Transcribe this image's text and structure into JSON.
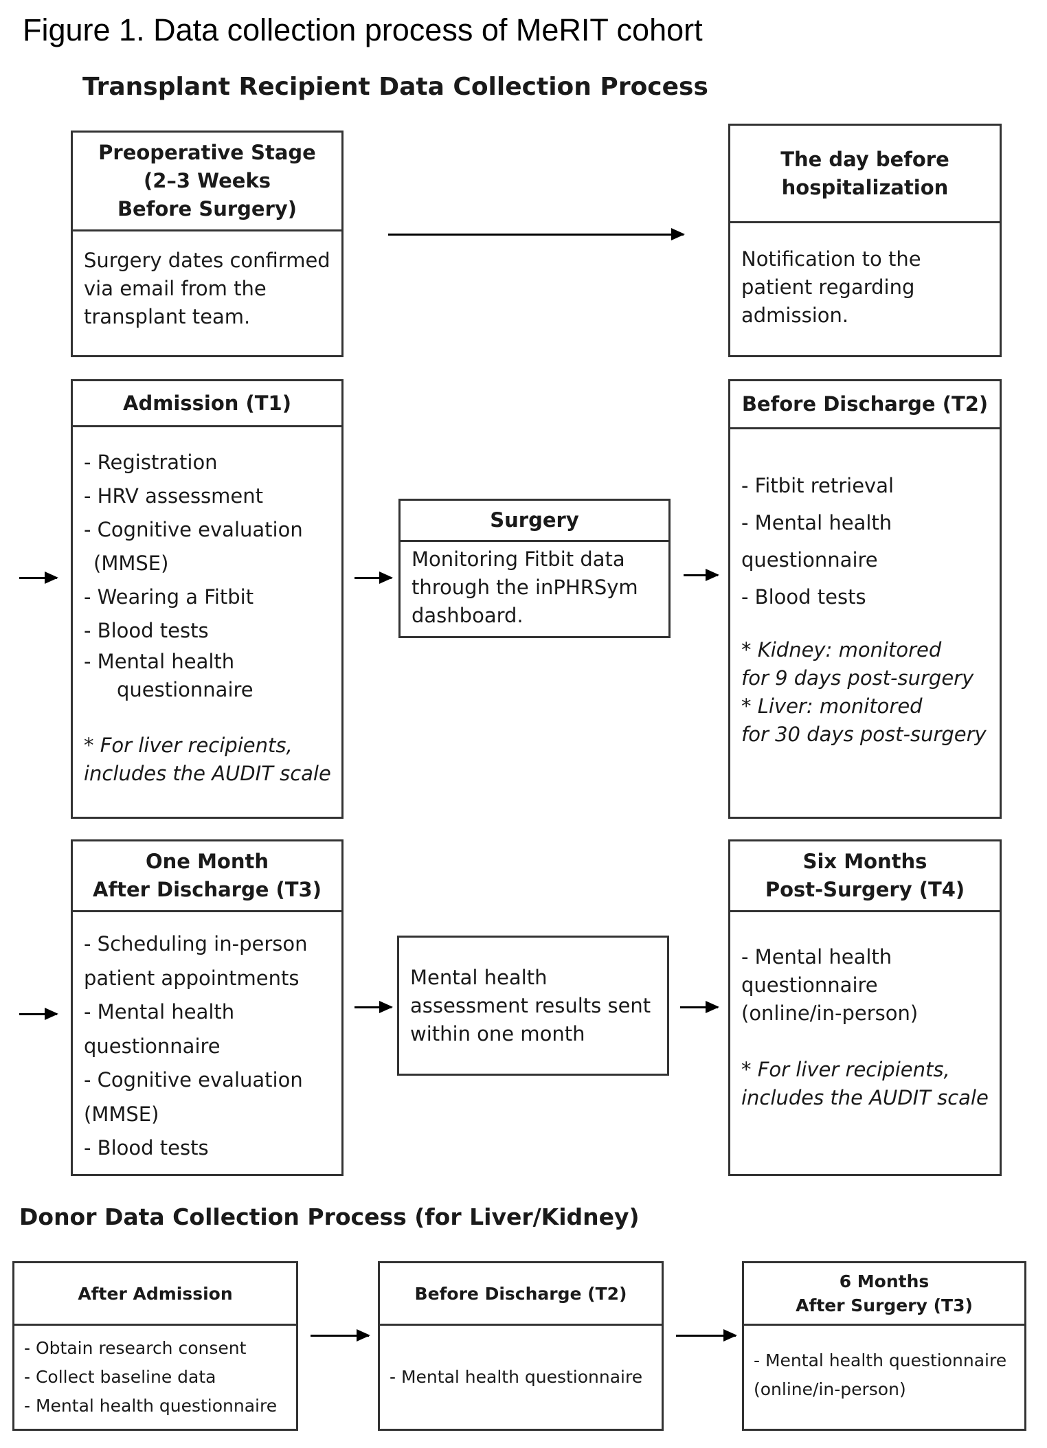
{
  "figure_title": "Figure 1. Data collection process of MeRIT cohort",
  "recipient": {
    "title": "Transplant Recipient Data Collection Process",
    "preop": {
      "header": [
        "Preoperative Stage",
        "(2–3 Weeks",
        "Before Surgery)"
      ],
      "body": [
        "Surgery dates confirmed",
        "via email from the",
        "transplant team."
      ]
    },
    "day_before": {
      "header": [
        "The day before",
        "hospitalization"
      ],
      "body": [
        "Notification to the",
        "patient regarding",
        "admission."
      ]
    },
    "admission": {
      "header": "Admission  (T1)",
      "body": [
        "- Registration",
        "- HRV assessment",
        "- Cognitive evaluation",
        "  (MMSE)",
        "- Wearing a Fitbit",
        "- Blood tests",
        "-    Mental health",
        "questionnaire"
      ],
      "note": [
        "* For liver recipients,",
        "includes the AUDIT scale"
      ]
    },
    "surgery": {
      "header": "Surgery",
      "body": [
        "Monitoring Fitbit data",
        "through the  inPHRSym",
        "dashboard."
      ]
    },
    "discharge": {
      "header": "Before Discharge  (T2)",
      "body": [
        "- Fitbit retrieval",
        "- Mental health",
        "questionnaire",
        "- Blood tests"
      ],
      "note": [
        "* Kidney: monitored",
        "for 9 days post-surgery",
        "*  Liver:  monitored",
        "for 30 days post-surgery"
      ]
    },
    "one_month": {
      "header": [
        "One Month",
        "After Discharge  (T3)"
      ],
      "body": [
        "- Scheduling in-person",
        "patient appointments",
        "- Mental health",
        "questionnaire",
        "- Cognitive evaluation",
        "(MMSE)",
        "- Blood tests"
      ]
    },
    "results": {
      "body": [
        "Mental health",
        "assessment results sent",
        "within one month"
      ]
    },
    "six_months": {
      "header": [
        "Six Months",
        "Post-Surgery (T4)"
      ],
      "body": [
        "- Mental health",
        "questionnaire",
        "(online/in-person)"
      ],
      "note": [
        "* For liver recipients,",
        "includes the AUDIT scale"
      ]
    }
  },
  "donor": {
    "title": "Donor Data Collection Process (for Liver/Kidney)",
    "after_admission": {
      "header": "After Admission",
      "body": [
        "- Obtain research consent",
        "- Collect baseline data",
        "- Mental health questionnaire"
      ]
    },
    "before_discharge": {
      "header": "Before Discharge  (T2)",
      "body": [
        "- Mental health questionnaire"
      ]
    },
    "six_months": {
      "header": [
        "6 Months",
        "After Surgery (T3)"
      ],
      "body": [
        "- Mental health questionnaire",
        "(online/in-person)"
      ]
    }
  }
}
